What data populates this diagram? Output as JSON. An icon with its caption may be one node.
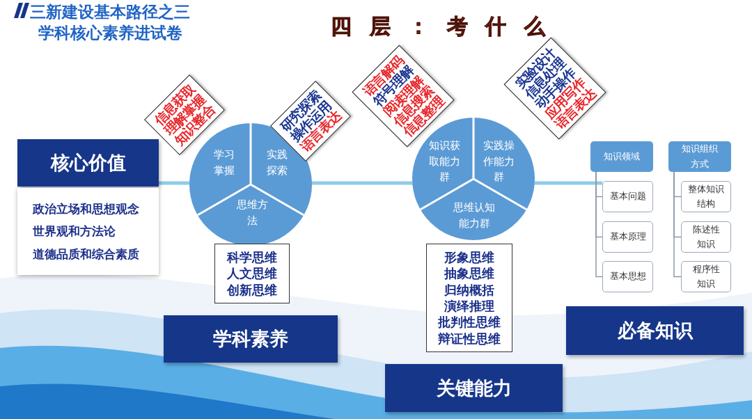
{
  "diagram": {
    "title": "三新建设基本路径之三学科核心素养进试卷",
    "nodes": [
      {
        "text": [
          "核心价值"
        ]
      },
      {
        "text": [
          "政治立场和思想观念",
          "世界观和方法论",
          "道德品质和综合素质"
        ]
      },
      {
        "text": [
          "信息获取",
          "理解掌握",
          "知识整合"
        ]
      },
      {
        "text": [],
        "shape": "circle"
      },
      {
        "text": [
          "学习掌握"
        ],
        "in": 3
      },
      {
        "text": [
          "实践探索"
        ],
        "in": 3
      },
      {
        "text": [
          "思维方法"
        ],
        "in": 3
      },
      {
        "text": [
          "研究探索",
          "操作运用",
          "语言表达"
        ]
      },
      {
        "text": [
          "科学思维",
          "人文思维",
          "创新思维"
        ]
      },
      {
        "text": [
          "学科素养"
        ]
      },
      {
        "text": [
          "语言解码",
          "符号理解",
          "阅读理解",
          "信息搜索",
          "信息整理"
        ]
      },
      {
        "text": [],
        "shape": "circle"
      },
      {
        "text": [
          "知识获取能力群"
        ],
        "in": 11
      },
      {
        "text": [
          "实践操作能力群"
        ],
        "in": 11
      },
      {
        "text": [
          "思维认知能力群"
        ],
        "in": 11
      },
      {
        "text": [
          "实验设计",
          "信息处理",
          "动手操作",
          "应用写作",
          "语言表达"
        ]
      },
      {
        "text": [
          "形象思维",
          "抽象思维",
          "归纳概括",
          "演绎推理",
          "批判性思维",
          "辩证性思维"
        ]
      },
      {
        "text": [
          "关键能力"
        ]
      },
      {
        "text": [
          "知识领域"
        ]
      },
      {
        "text": [
          "基本问题"
        ]
      },
      {
        "text": [
          "基本原理"
        ]
      },
      {
        "text": [
          "基本思想"
        ]
      },
      {
        "text": [
          "知识组织方式"
        ]
      },
      {
        "text": [
          "整体知识结构"
        ]
      },
      {
        "text": [
          "陈述性知识"
        ]
      },
      {
        "text": [
          "程序性知识"
        ]
      },
      {
        "text": [
          "必备知识"
        ]
      }
    ],
    "edges": [
      {
        "from": 0,
        "to": 3,
        "arrow": "none",
        "style": "thick",
        "color": "#8fcbea"
      },
      {
        "from": 3,
        "to": 11,
        "arrow": "none",
        "style": "thick",
        "color": "#8fcbea"
      },
      {
        "from": 11,
        "to": 19,
        "arrow": "none",
        "style": "thick",
        "color": "#8fcbea"
      },
      {
        "from": 18,
        "to": 19,
        "arrow": "none"
      },
      {
        "from": 18,
        "to": 20,
        "arrow": "none"
      },
      {
        "from": 18,
        "to": 21,
        "arrow": "none"
      },
      {
        "from": 22,
        "to": 23,
        "arrow": "none"
      },
      {
        "from": 22,
        "to": 24,
        "arrow": "none"
      },
      {
        "from": 22,
        "to": 25,
        "arrow": "none"
      }
    ],
    "labels": [
      "四层：考什么"
    ]
  }
}
